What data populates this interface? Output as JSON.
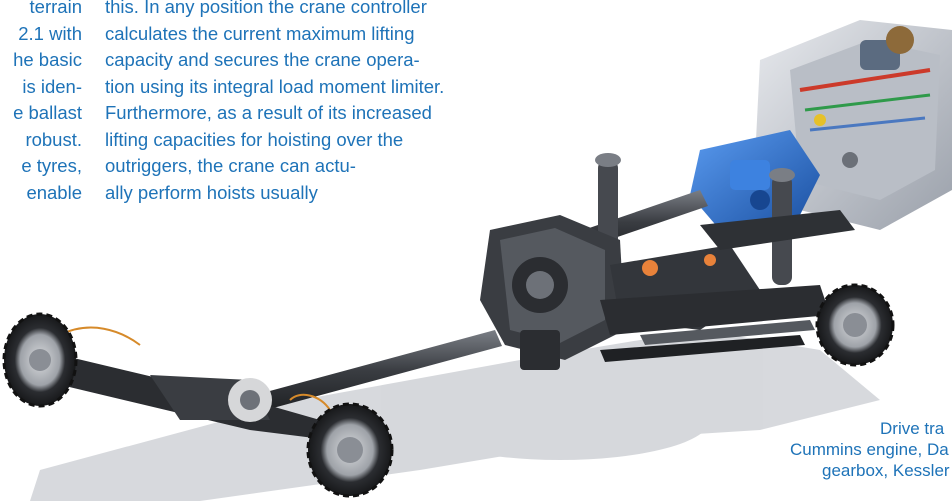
{
  "left_column": {
    "lines": [
      "terrain",
      "2.1 with",
      "he basic",
      "is iden-",
      "e ballast",
      "robust.",
      "e tyres,",
      "enable"
    ]
  },
  "middle_column": {
    "lines": [
      "this. In any position the crane controller",
      "calculates the current maximum lifting",
      "capacity and secures the crane opera-",
      "tion using its integral load moment limiter.",
      "Furthermore, as a result of its increased",
      "lifting capacities for hoisting over the",
      "outriggers, the crane can actu-",
      "ally perform hoists usually"
    ]
  },
  "caption": {
    "lines": [
      "Drive tra",
      "Cummins engine, Da",
      "gearbox, Kessler ax"
    ]
  },
  "colors": {
    "text": "#1e73b8",
    "machinery": "#3a3d42",
    "gearbox_blue": "#2a6fcc",
    "shadow": "#c9ccd1"
  }
}
